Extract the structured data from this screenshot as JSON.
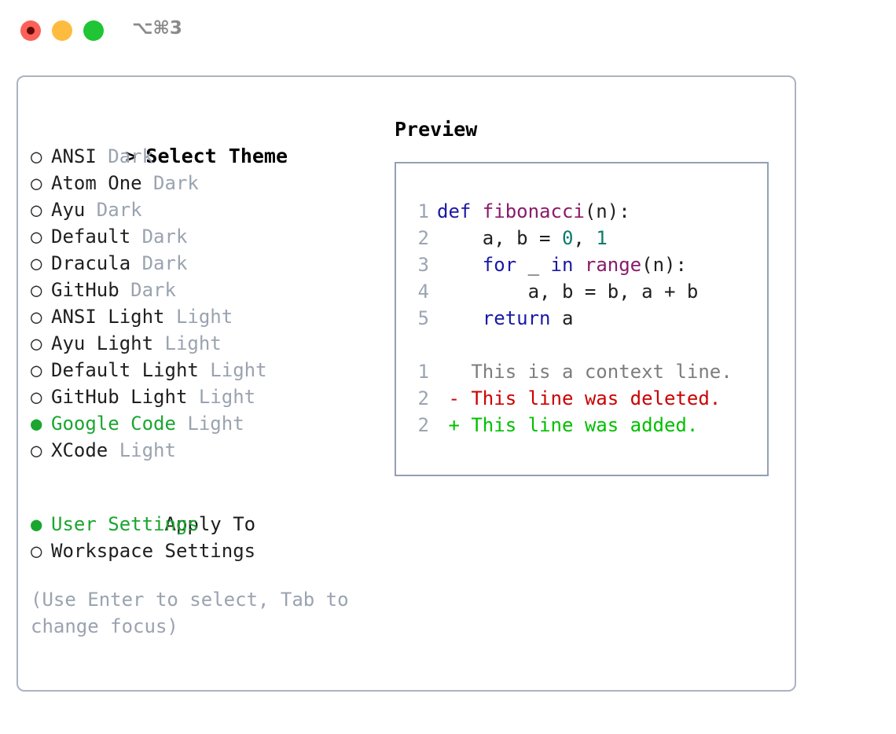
{
  "window": {
    "shortcut": "⌥⌘3",
    "traffic_lights": [
      {
        "name": "close",
        "color": "#fc6058"
      },
      {
        "name": "minimize",
        "color": "#fdbc40"
      },
      {
        "name": "zoom",
        "color": "#1fc534"
      }
    ]
  },
  "theme_picker": {
    "header_prompt": ">",
    "header_label": "Select Theme",
    "marker_selected": "●",
    "marker_unselected": "○",
    "items": [
      {
        "name": "ANSI",
        "variant": "Dark",
        "selected": false
      },
      {
        "name": "Atom One",
        "variant": "Dark",
        "selected": false
      },
      {
        "name": "Ayu",
        "variant": "Dark",
        "selected": false
      },
      {
        "name": "Default",
        "variant": "Dark",
        "selected": false
      },
      {
        "name": "Dracula",
        "variant": "Dark",
        "selected": false
      },
      {
        "name": "GitHub",
        "variant": "Dark",
        "selected": false
      },
      {
        "name": "ANSI Light",
        "variant": "Light",
        "selected": false
      },
      {
        "name": "Ayu Light",
        "variant": "Light",
        "selected": false
      },
      {
        "name": "Default Light",
        "variant": "Light",
        "selected": false
      },
      {
        "name": "GitHub Light",
        "variant": "Light",
        "selected": false
      },
      {
        "name": "Google Code",
        "variant": "Light",
        "selected": true
      },
      {
        "name": "XCode",
        "variant": "Light",
        "selected": false
      }
    ]
  },
  "apply_to": {
    "label": "Apply To",
    "options": [
      {
        "name": "User Settings",
        "selected": true
      },
      {
        "name": "Workspace Settings",
        "selected": false
      }
    ]
  },
  "hint": "(Use Enter to select, Tab to change focus)",
  "preview": {
    "title": "Preview",
    "code_lines": [
      {
        "number": "1",
        "tokens": [
          {
            "text": "def ",
            "type": "kw"
          },
          {
            "text": "fibonacci",
            "type": "fn"
          },
          {
            "text": "(n):",
            "type": "pl"
          }
        ]
      },
      {
        "number": "2",
        "tokens": [
          {
            "text": "    a, b = ",
            "type": "pl"
          },
          {
            "text": "0",
            "type": "num"
          },
          {
            "text": ", ",
            "type": "pl"
          },
          {
            "text": "1",
            "type": "num"
          }
        ]
      },
      {
        "number": "3",
        "tokens": [
          {
            "text": "    ",
            "type": "pl"
          },
          {
            "text": "for",
            "type": "kw"
          },
          {
            "text": " _ ",
            "type": "pl"
          },
          {
            "text": "in",
            "type": "kw"
          },
          {
            "text": " ",
            "type": "pl"
          },
          {
            "text": "range",
            "type": "fn"
          },
          {
            "text": "(n):",
            "type": "pl"
          }
        ]
      },
      {
        "number": "4",
        "tokens": [
          {
            "text": "        a, b = b, a + b",
            "type": "pl"
          }
        ]
      },
      {
        "number": "5",
        "tokens": [
          {
            "text": "    ",
            "type": "pl"
          },
          {
            "text": "return",
            "type": "kw"
          },
          {
            "text": " a",
            "type": "pl"
          }
        ]
      }
    ],
    "diff_lines": [
      {
        "number": "1",
        "sign": " ",
        "text": " This is a context line.",
        "kind": "context"
      },
      {
        "number": "2",
        "sign": "-",
        "text": " This line was deleted.",
        "kind": "deleted"
      },
      {
        "number": "2",
        "sign": "+",
        "text": " This line was added.",
        "kind": "added"
      }
    ]
  },
  "colors": {
    "panel_border": "#aab4c2",
    "code_box_border": "#93a0b2",
    "selected_green": "#1aa62f",
    "muted_gray": "#9aa3b0",
    "line_number": "#9aa5b1",
    "keyword_blue": "#1919a6",
    "function_purple": "#8a1a6b",
    "number_teal": "#0e7c6b",
    "diff_context": "#7d7d7d",
    "diff_deleted": "#cc0000",
    "diff_added": "#00c000"
  }
}
